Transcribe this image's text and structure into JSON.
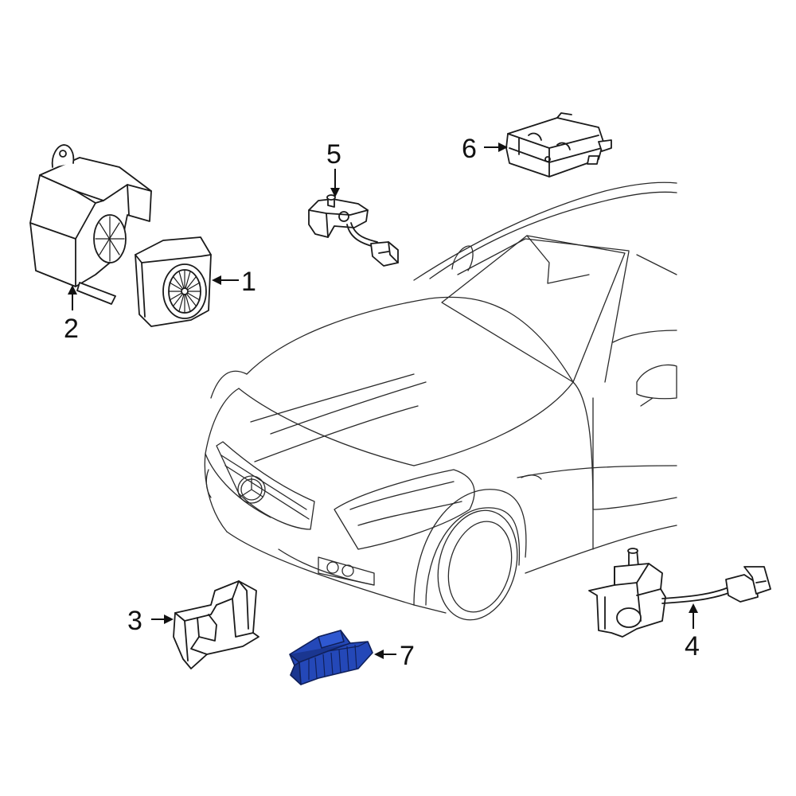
{
  "callouts": {
    "c1": "1",
    "c2": "2",
    "c3": "3",
    "c4": "4",
    "c5": "5",
    "c6": "6",
    "c7": "7"
  },
  "highlight_part": "7",
  "colors": {
    "highlight": "#2448b8",
    "highlight_dark": "#1a3690",
    "line": "#1a1a1a",
    "background": "#ffffff"
  },
  "icons": [
    "horn-icon",
    "siren-icon",
    "bracket-icon",
    "level-sensor-icon",
    "switch-icon",
    "control-module-icon",
    "shield-icon",
    "car-outline-icon"
  ]
}
